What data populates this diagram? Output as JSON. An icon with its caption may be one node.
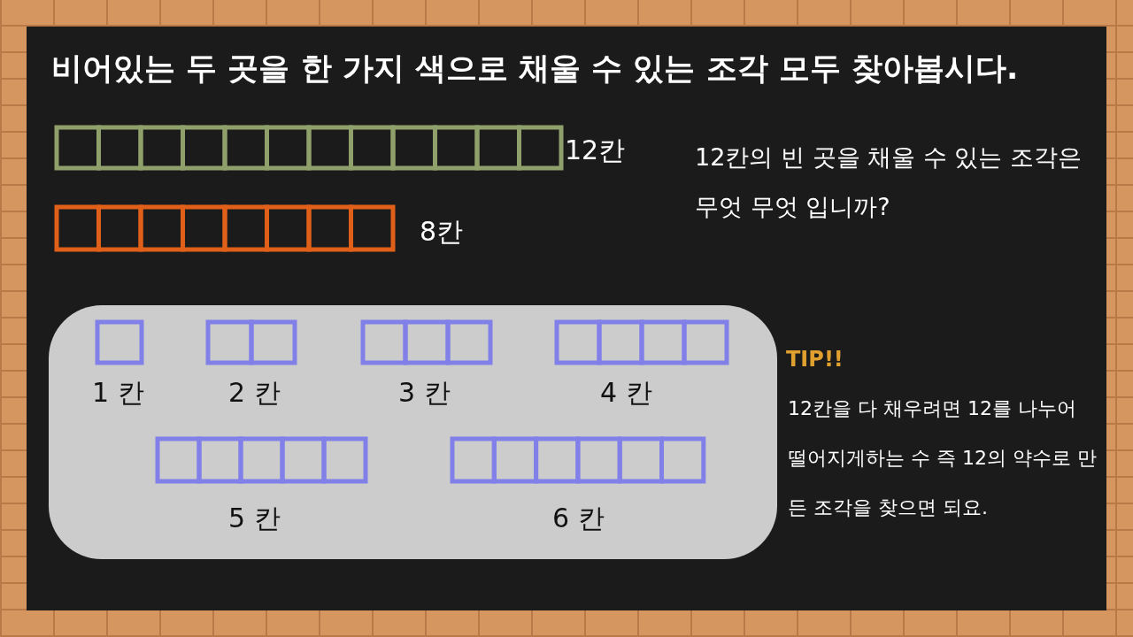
{
  "diagram": {
    "title": "비어있는 두 곳을 한 가지 색으로 채울 수 있는 조각 모두 찾아봅시다.",
    "labels": [
      "12칸",
      "8칸",
      "12칸의 빈 곳을 채울 수 있는 조각은 무엇 무엇 입니까?",
      "1 칸",
      "2 칸",
      "3 칸",
      "4 칸",
      "5 칸",
      "6 칸",
      "TIP!!",
      "12칸을 다 채우려면 12를 나누어 떨어지게하는 수 즉 12의 약수로 만든 조각을 찾으면 되요."
    ]
  }
}
